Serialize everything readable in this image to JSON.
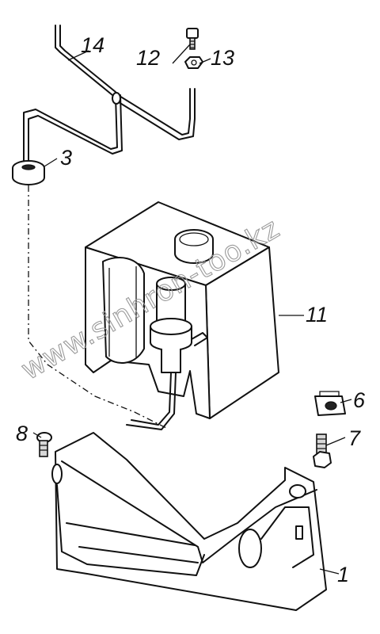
{
  "callouts": {
    "c1": "1",
    "c3": "3",
    "c6": "6",
    "c7": "7",
    "c8": "8",
    "c11": "11",
    "c12": "12",
    "c13": "13",
    "c14": "14"
  },
  "watermark": "www.sinhron-too.kz",
  "colors": {
    "line": "#111111",
    "shade": "#d8d8d8",
    "background": "#ffffff"
  }
}
